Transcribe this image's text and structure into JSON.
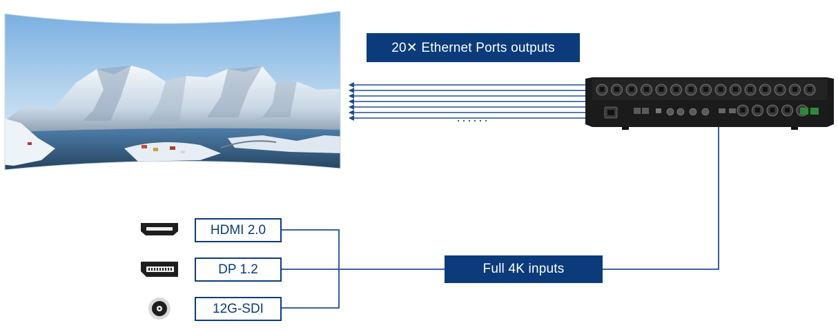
{
  "diagram": {
    "ethernet_label": "20✕ Ethernet Ports outputs",
    "ellipsis": "······",
    "full4k_label": "Full 4K inputs",
    "inputs": [
      {
        "label": "HDMI 2.0",
        "icon": "hdmi-connector-icon"
      },
      {
        "label": "DP 1.2",
        "icon": "displayport-connector-icon"
      },
      {
        "label": "12G-SDI",
        "icon": "bnc-sdi-connector-icon"
      }
    ],
    "colors": {
      "accent": "#0b3b7a",
      "line": "#1f4d8f",
      "device": "#1b1b1b"
    }
  }
}
